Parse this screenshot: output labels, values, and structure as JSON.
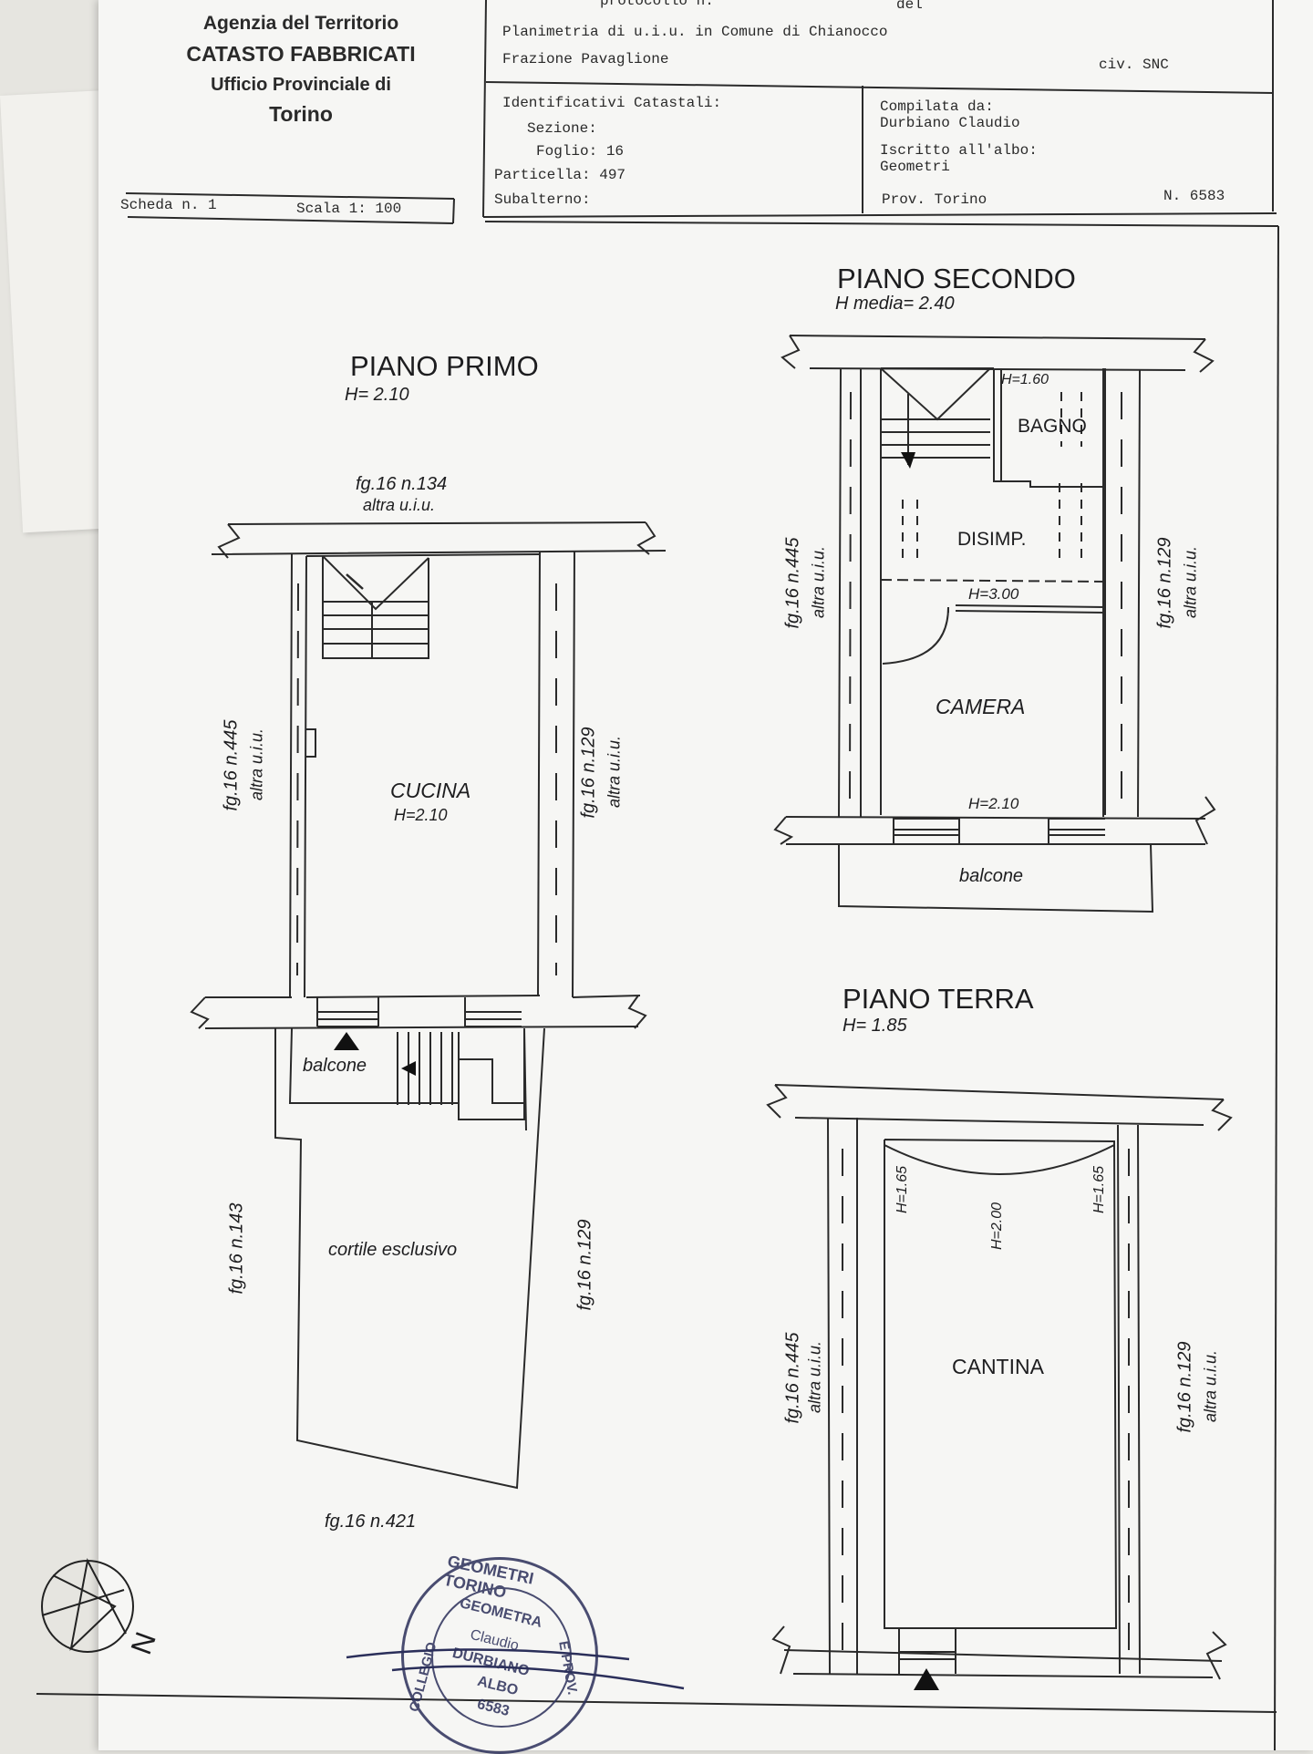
{
  "header": {
    "agency_line1": "Agenzia del Territorio",
    "agency_line2": "CATASTO FABBRICATI",
    "agency_line3": "Ufficio Provinciale di",
    "agency_line4": "Torino",
    "protocol_fragment": "protocollo n.",
    "del_label": "del",
    "plan_title": "Planimetria di u.i.u. in Comune di Chianocco",
    "frazione": "Frazione Pavaglione",
    "civico": "civ. SNC",
    "ident_label": "Identificativi Catastali:",
    "sezione": "Sezione:",
    "foglio": "Foglio: 16",
    "particella": "Particella: 497",
    "subalterno": "Subalterno:",
    "compilata_label": "Compilata da:",
    "compilata_nome": "Durbiano Claudio",
    "iscritto_label": "Iscritto all'albo:",
    "iscritto_valore": "Geometri",
    "prov": "Prov. Torino",
    "numero": "N.  6583",
    "scheda": "Scheda n. 1",
    "scala": "Scala 1: 100"
  },
  "piano_primo": {
    "title": "PIANO PRIMO",
    "height": "H= 2.10",
    "north_label": "fg.16 n.134",
    "north_sub": "altra u.i.u.",
    "west_label": "fg.16 n.445",
    "west_sub": "altra u.i.u.",
    "east_label": "fg.16 n.129",
    "east_sub": "altra u.i.u.",
    "room": "CUCINA",
    "room_h": "H=2.10",
    "balcone": "balcone",
    "cortile": "cortile esclusivo",
    "cortile_west": "fg.16 n.143",
    "cortile_east": "fg.16 n.129",
    "cortile_south": "fg.16 n.421"
  },
  "piano_secondo": {
    "title": "PIANO SECONDO",
    "height": "H media= 2.40",
    "bagno": "BAGNO",
    "bagno_h": "H=1.60",
    "disimp": "DISIMP.",
    "disimp_h": "H=3.00",
    "camera": "CAMERA",
    "camera_h": "H=2.10",
    "balcone": "balcone",
    "west_label": "fg.16 n.445",
    "west_sub": "altra u.i.u.",
    "east_label": "fg.16 n.129",
    "east_sub": "altra u.i.u."
  },
  "piano_terra": {
    "title": "PIANO TERRA",
    "height": "H= 1.85",
    "room": "CANTINA",
    "h_left": "H=1.65",
    "h_center": "H=2.00",
    "h_right": "H=1.65",
    "west_label": "fg.16 n.445",
    "west_sub": "altra u.i.u.",
    "east_label": "fg.16 n.129",
    "east_sub": "altra u.i.u."
  },
  "north_arrow_label": "N",
  "stamp": {
    "ring_top": "GEOMETRI TORINO",
    "ring_left": "COLLEGIO",
    "ring_right": "E PROV.",
    "line1": "GEOMETRA",
    "line2": "Claudio",
    "line3": "DURBIANO",
    "line4": "ALBO",
    "line5": "6583"
  }
}
